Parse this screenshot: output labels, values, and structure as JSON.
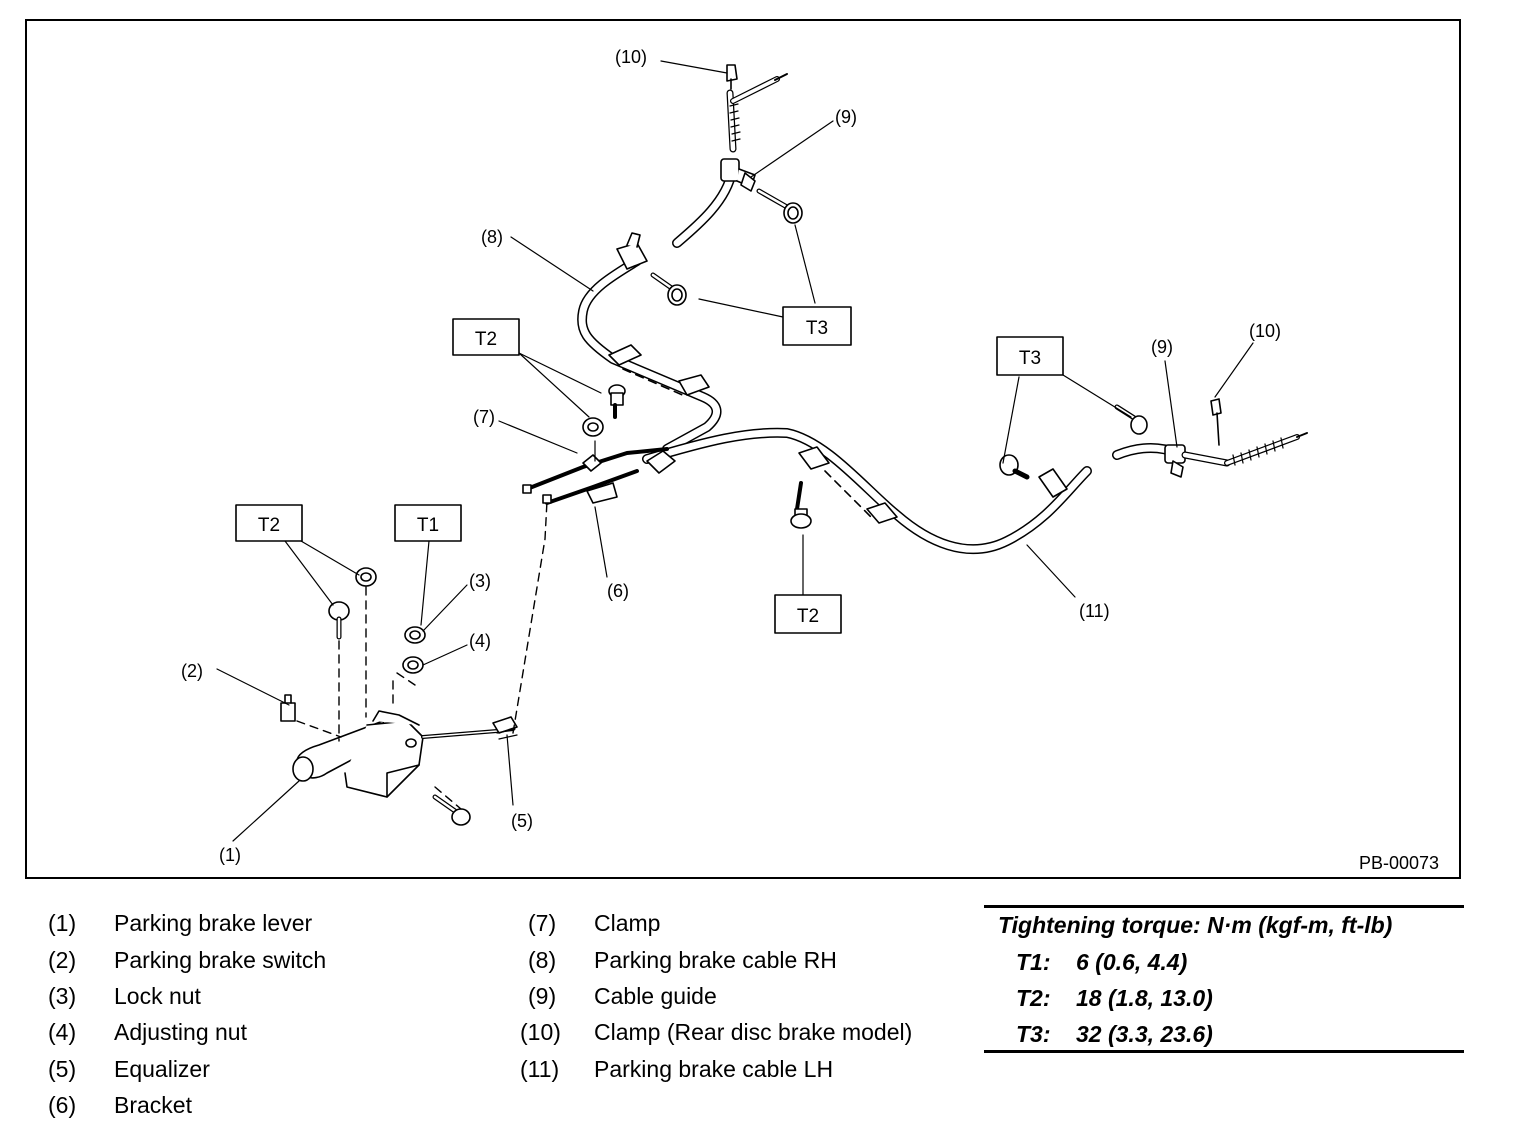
{
  "figure": {
    "id": "PB-00073",
    "callouts": {
      "c1": "(1)",
      "c2": "(2)",
      "c3": "(3)",
      "c4": "(4)",
      "c5": "(5)",
      "c6": "(6)",
      "c7": "(7)",
      "c8": "(8)",
      "c9a": "(9)",
      "c9b": "(9)",
      "c10a": "(10)",
      "c10b": "(10)",
      "c11": "(11)"
    },
    "torque_boxes": {
      "t2_upper": "T2",
      "t3_upper": "T3",
      "t2_left": "T2",
      "t1": "T1",
      "t3_right": "T3",
      "t2_lower": "T2"
    }
  },
  "legend": {
    "left": [
      {
        "num": "(1)",
        "label": "Parking brake lever"
      },
      {
        "num": "(2)",
        "label": "Parking brake switch"
      },
      {
        "num": "(3)",
        "label": "Lock nut"
      },
      {
        "num": "(4)",
        "label": "Adjusting nut"
      },
      {
        "num": "(5)",
        "label": "Equalizer"
      },
      {
        "num": "(6)",
        "label": "Bracket"
      }
    ],
    "right": [
      {
        "num": "(7)",
        "label": "Clamp"
      },
      {
        "num": "(8)",
        "label": "Parking brake cable RH"
      },
      {
        "num": "(9)",
        "label": "Cable guide"
      },
      {
        "num": "(10)",
        "label": "Clamp (Rear disc brake model)"
      },
      {
        "num": "(11)",
        "label": "Parking brake cable LH"
      }
    ]
  },
  "torque_table": {
    "title": "Tightening torque: N·m (kgf-m, ft-lb)",
    "rows": [
      {
        "key": "T1:",
        "value": "6 (0.6, 4.4)"
      },
      {
        "key": "T2:",
        "value": "18 (1.8, 13.0)"
      },
      {
        "key": "T3:",
        "value": "32 (3.3, 23.6)"
      }
    ]
  }
}
